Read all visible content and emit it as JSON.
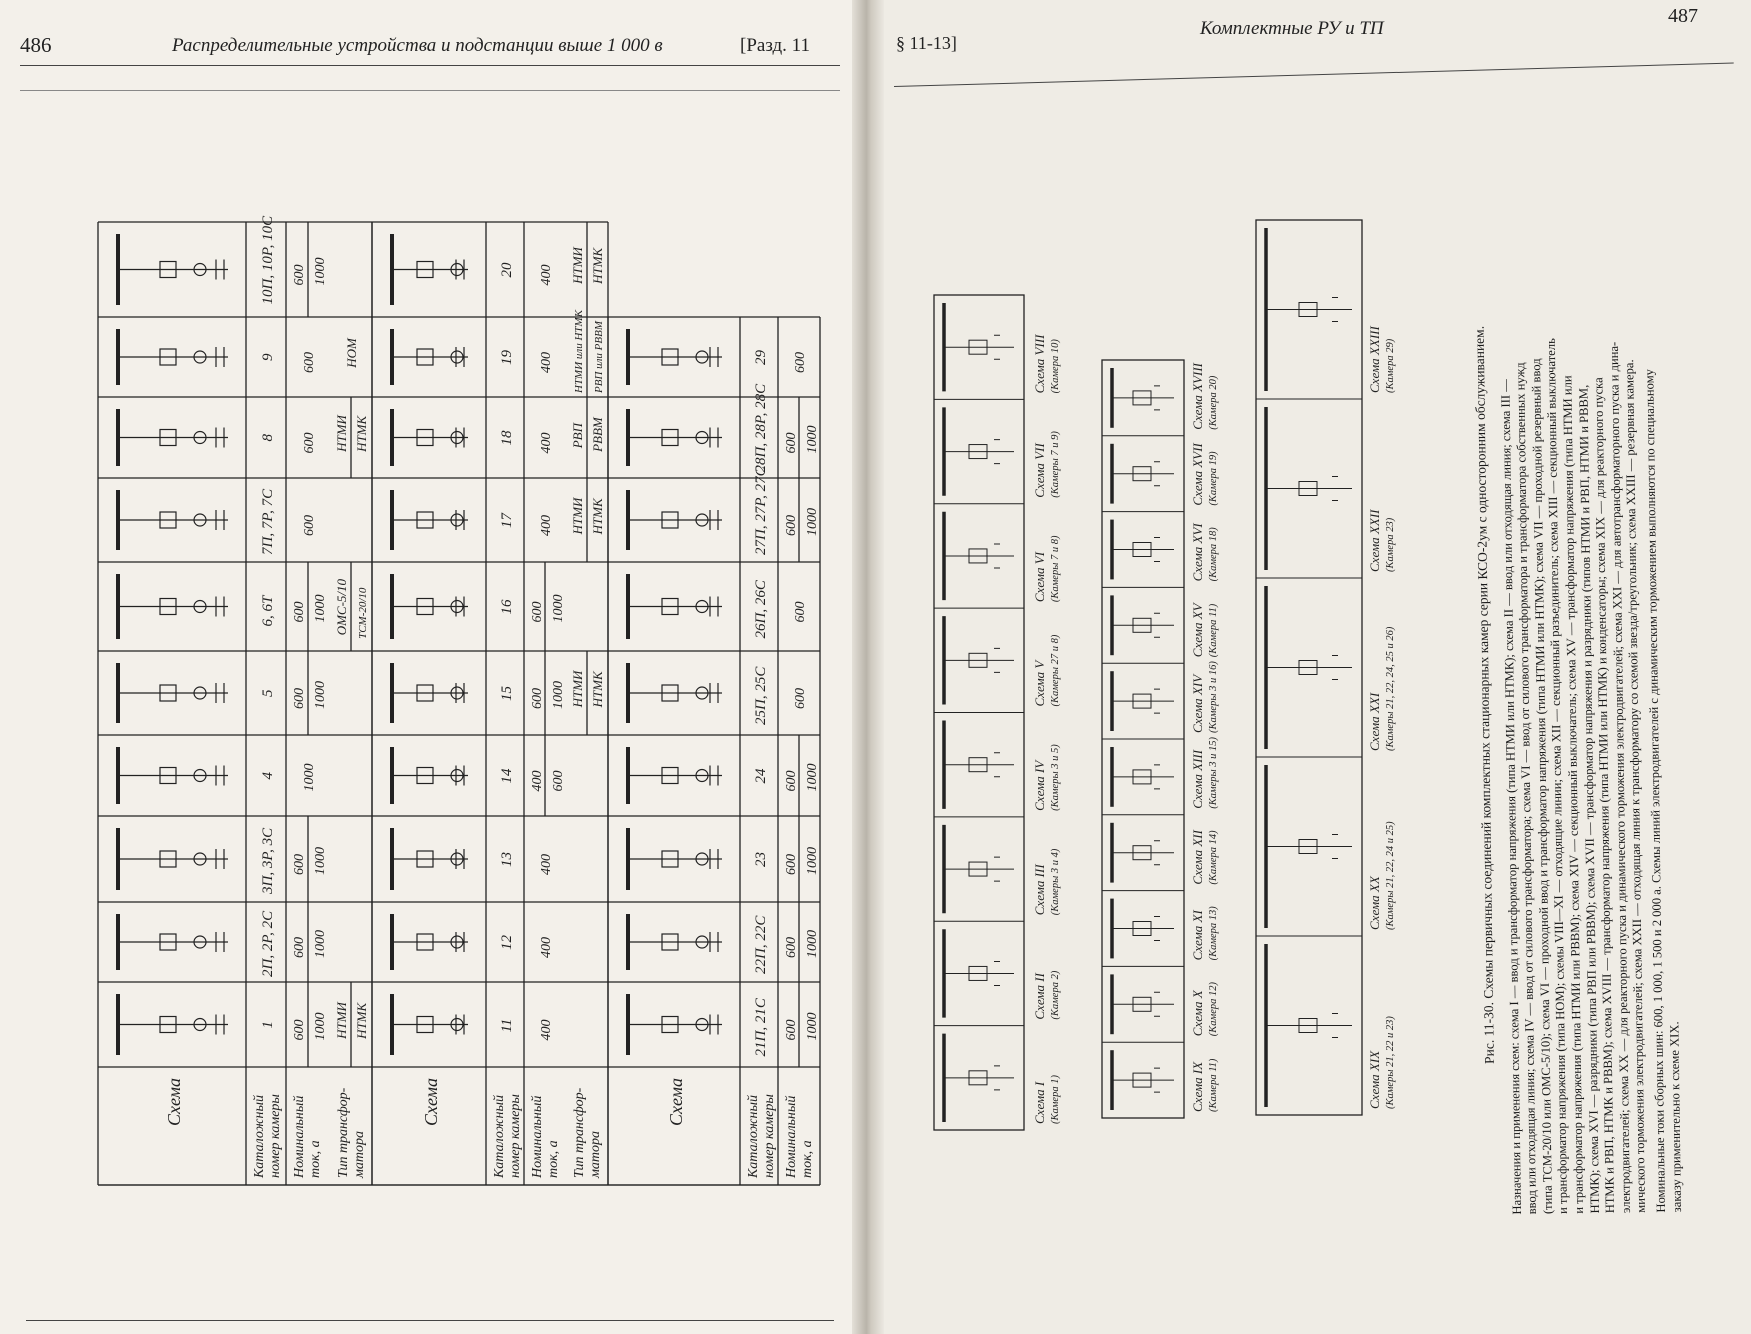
{
  "left_page": {
    "page_number": "486",
    "running_title": "Распределительные устройства и подстанции выше 1 000 в",
    "section": "[Разд. 11",
    "table": {
      "header_schema": "Схема",
      "header_catalog": "Каталожный номер камеры",
      "header_current": "Номинальный ток, а",
      "header_transformer": "Тип трансфор- матора",
      "block1": {
        "catalog": [
          "1",
          "2П, 2Р, 2С",
          "3П, 3Р, 3С",
          "4",
          "5",
          "6, 6Т",
          "7П, 7Р, 7С",
          "8",
          "9",
          "10П, 10Р, 10С"
        ],
        "current": [
          [
            "600",
            "1000"
          ],
          [
            "600",
            "1000"
          ],
          [
            "600",
            "1000"
          ],
          [
            "1000"
          ],
          [
            "600",
            "1000"
          ],
          [
            "600",
            "1000"
          ],
          [
            "600"
          ],
          [
            "600"
          ],
          [
            "600"
          ],
          [
            "600",
            "1000"
          ]
        ],
        "transformer": [
          [
            "НТМИ",
            "НТМК"
          ],
          [],
          [],
          [],
          [],
          [
            "ОМС-5/10",
            "ТСМ-20/10"
          ],
          [],
          [
            "НТМИ",
            "НТМК"
          ],
          [
            "НОМ"
          ],
          []
        ]
      },
      "block2": {
        "catalog": [
          "11",
          "12",
          "13",
          "14",
          "15",
          "16",
          "17",
          "18",
          "19",
          "20"
        ],
        "current": [
          [
            "400"
          ],
          [
            "400"
          ],
          [
            "400"
          ],
          [
            "400",
            "600"
          ],
          [
            "600",
            "1000"
          ],
          [
            "600",
            "1000"
          ],
          [
            "400"
          ],
          [
            "400"
          ],
          [
            "400"
          ],
          [
            "400"
          ]
        ],
        "transformer": [
          [],
          [],
          [],
          [],
          [
            "НТМИ",
            "НТМК"
          ],
          [],
          [
            "НТМИ",
            "НТМК"
          ],
          [
            "РВП",
            "РВВМ"
          ],
          [
            "НТМИ или НТМК",
            "РВП или РВВМ"
          ],
          [
            "НТМИ",
            "НТМК"
          ]
        ]
      },
      "block3": {
        "catalog": [
          "21П, 21С",
          "22П, 22С",
          "23",
          "24",
          "25П, 25С",
          "26П, 26С",
          "27П, 27Р, 27С",
          "28П, 28Р, 28С",
          "29"
        ],
        "current": [
          [
            "600",
            "1000"
          ],
          [
            "600",
            "1000"
          ],
          [
            "600",
            "1000"
          ],
          [
            "600",
            "1000"
          ],
          [
            "600"
          ],
          [
            "600"
          ],
          [
            "600",
            "1000"
          ],
          [
            "600",
            "1000"
          ],
          [
            "600"
          ]
        ]
      }
    }
  },
  "right_page": {
    "page_number": "487",
    "section": "§ 11-13]",
    "running_title": "Комплектные РУ и ТП",
    "diagrams": [
      {
        "label": "Схема I",
        "sub": "(Камера 1)"
      },
      {
        "label": "Схема II",
        "sub": "(Камера 2)"
      },
      {
        "label": "Схема III",
        "sub": "(Камеры 3 и 4)"
      },
      {
        "label": "Схема IV",
        "sub": "(Камеры 3 и 5)"
      },
      {
        "label": "Схема V",
        "sub": "(Камеры 27 и 8)"
      },
      {
        "label": "Схема VI",
        "sub": "(Камеры 7 и 8)"
      },
      {
        "label": "Схема VII",
        "sub": "(Камеры 7 и 9)"
      },
      {
        "label": "Схема VIII",
        "sub": "(Камера 10)"
      },
      {
        "label": "Схема IX",
        "sub": "(Камера 11)"
      },
      {
        "label": "Схема X",
        "sub": "(Камера 12)"
      },
      {
        "label": "Схема XI",
        "sub": "(Камера 13)"
      },
      {
        "label": "Схема XII",
        "sub": "(Камера 14)"
      },
      {
        "label": "Схема XIII",
        "sub": "(Камеры 3 и 15)"
      },
      {
        "label": "Схема XIV",
        "sub": "(Камеры 3 и 16)"
      },
      {
        "label": "Схема XV",
        "sub": "(Камера 11)"
      },
      {
        "label": "Схема XVI",
        "sub": "(Камера 18)"
      },
      {
        "label": "Схема XVII",
        "sub": "(Камера 19)"
      },
      {
        "label": "Схема XVIII",
        "sub": "(Камера 20)"
      },
      {
        "label": "Схема XIX",
        "sub": "(Камеры 21, 22 и 23)"
      },
      {
        "label": "Схема XX",
        "sub": "(Камеры 21, 22, 24 и 25)"
      },
      {
        "label": "Схема XXI",
        "sub": "(Камеры 21, 22, 24, 25 и 26)"
      },
      {
        "label": "Схема XXII",
        "sub": "(Камера 23)"
      },
      {
        "label": "Схема XXIII",
        "sub": "(Камера 29)"
      }
    ],
    "caption_title": "Рис. 11-30. Схемы первичных соединений комплектных стационарных камер серии КСО-2ум с односторонним обслуживанием.",
    "caption_lines": [
      "Назначения и применения схем: схема I — ввод и трансформатор напряжения (типа НТМИ или НТМК); схема II — ввод или отходящая линия; схема III —",
      "ввод или отходящая линия; схема IV — ввод от силового трансформатора; схема VI — ввод от силового трансформатора и трансформатора собственных нужд",
      "(типа ТСМ-20/10 или ОМС-5/10); схема VI — проходной ввод и трансформатор напряжения (типа НТМИ или НТМК); схема VII — проходной резервный ввод",
      "и трансформатор напряжения (типа НОМ); схемы VIII—XI — отходящие линии; схема XII — секционный разъединитель; схема XIII — секционный выключатель",
      "и трансформатор напряжения (типа НТМИ или РВВМ); схема XIV — секционный выключатель; схема XV — трансформатор напряжения (типа НТМИ или",
      "НТМК); схема XVI — разрядники (типа РВП или РВВМ); схема XVII — трансформатор напряжения и разрядники (типов НТМИ и РВП, НТМИ и РВВМ,",
      "НТМК и РВП, НТМК и РВВМ); схема XVIII — трансформатор напряжения (типа НТМИ или НТМК) и конденсаторы; схема XIX — для реакторного пуска",
      "электродвигателей; схема XX — для реакторного пуска и динамического торможения электродвигателей; схема XXI — для автотрансформаторного пуска и дина-",
      "мического торможения электродвигателей; схема XXII — отходящая линия к трансформатору со схемой звезда/треугольник; схема XXIII — резервная камера.",
      "Номинальные токи сборных шин: 600, 1 000, 1 500 и 2 000 а. Схемы линий электродвигателей с динамическим торможением выполняются по специальному",
      "заказу применительно к схеме XIX."
    ]
  }
}
